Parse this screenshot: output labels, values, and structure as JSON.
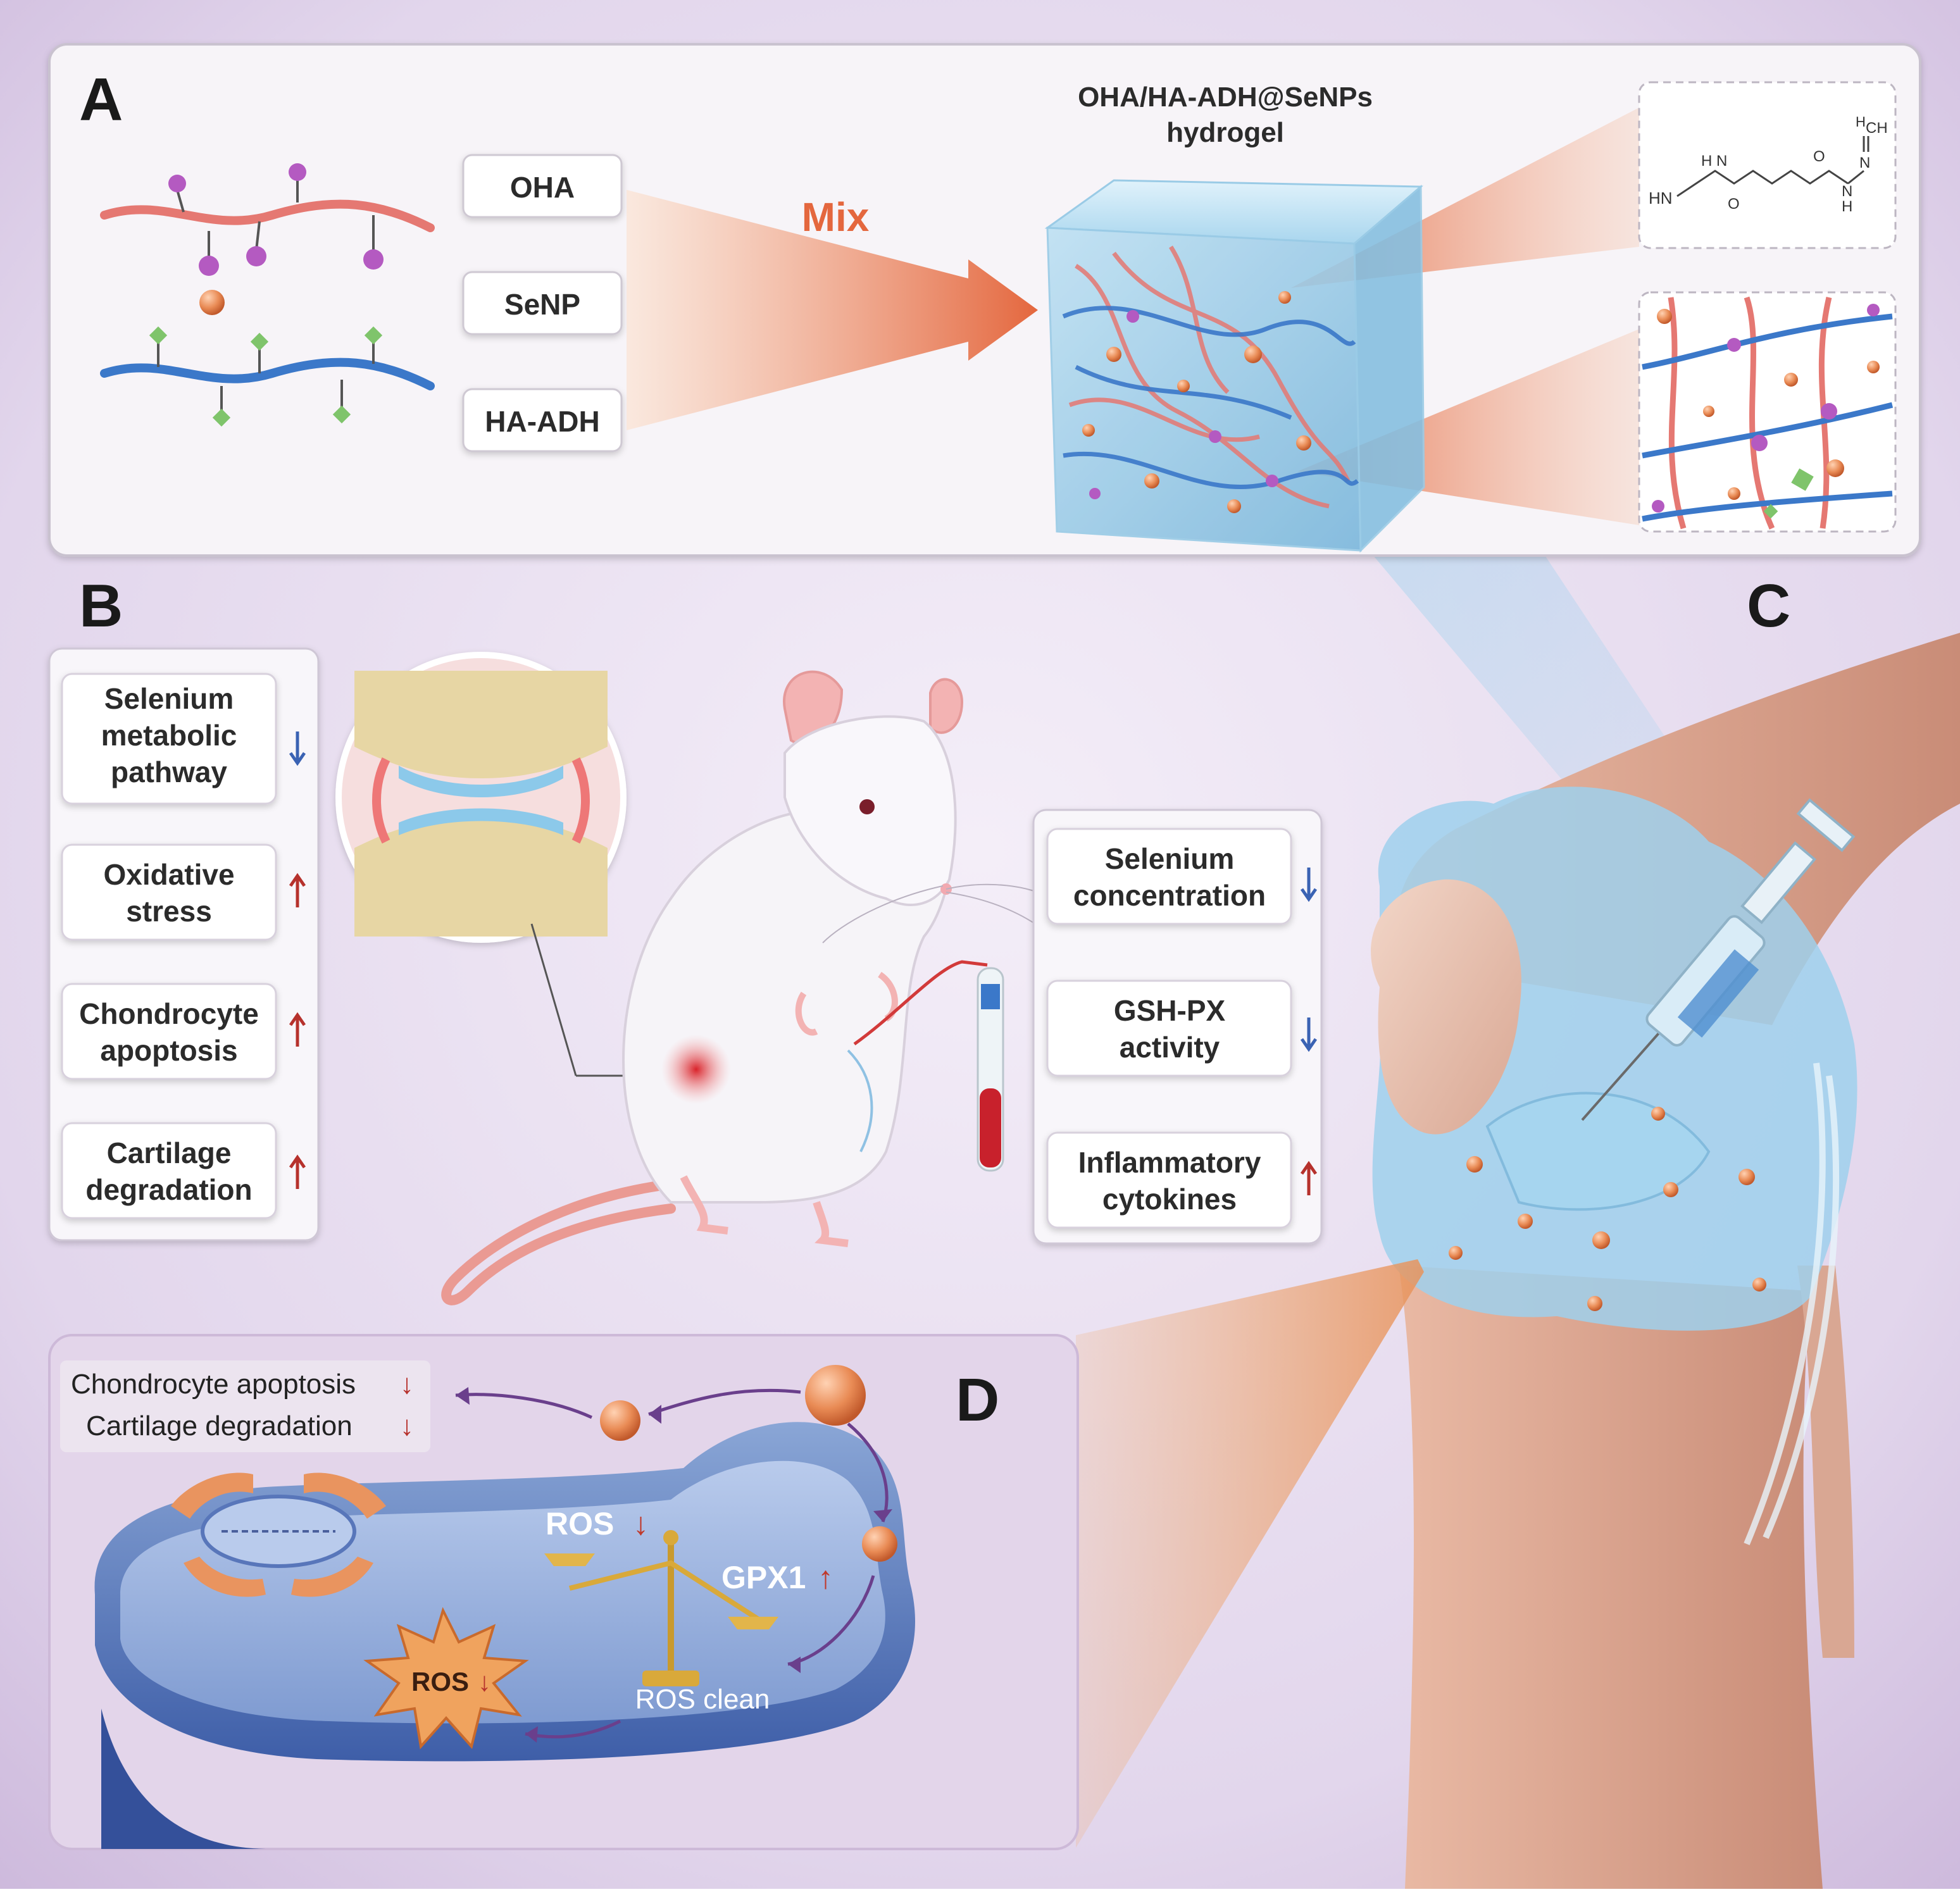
{
  "panels": {
    "a": "A",
    "b": "B",
    "c": "C",
    "d": "D"
  },
  "panel_a": {
    "components": [
      "OHA",
      "SeNP",
      "HA-ADH"
    ],
    "mix": "Mix",
    "hydrogel_title_1": "OHA/HA-ADH@SeNPs",
    "hydrogel_title_2": "hydrogel",
    "chem": {
      "hn": "HN",
      "h1": "H",
      "n1": "N",
      "o1": "O",
      "o2": "O",
      "n2": "N",
      "h2": "H",
      "n3": "N",
      "ch": "CH",
      "h3": "H"
    }
  },
  "panel_b": {
    "items": [
      {
        "lines": [
          "Selenium",
          "metabolic",
          "pathway"
        ],
        "arrow": "↓"
      },
      {
        "lines": [
          "Oxidative",
          "stress"
        ],
        "arrow": "↑"
      },
      {
        "lines": [
          "Chondrocyte",
          "apoptosis"
        ],
        "arrow": "↑"
      },
      {
        "lines": [
          "Cartilage",
          "degradation"
        ],
        "arrow": "↑"
      }
    ]
  },
  "panel_serum": {
    "items": [
      {
        "lines": [
          "Selenium",
          "concentration"
        ],
        "arrow": "↓"
      },
      {
        "lines": [
          "GSH-PX",
          "activity"
        ],
        "arrow": "↓"
      },
      {
        "lines": [
          "Inflammatory",
          "cytokines"
        ],
        "arrow": "↑"
      }
    ]
  },
  "panel_d": {
    "outcome_1": "Chondrocyte apoptosis",
    "outcome_1_arrow": "↓",
    "outcome_2": "Cartilage degradation",
    "outcome_2_arrow": "↓",
    "ros_top": "ROS",
    "ros_top_arrow": "↓",
    "gpx": "GPX1",
    "gpx_arrow": "↑",
    "ros_burst": "ROS",
    "ros_burst_arrow": "↓",
    "ros_clean": "ROS clean"
  },
  "colors": {
    "down_arrow": "#3a62b3",
    "up_arrow": "#b6312c",
    "accent_orange": "#e4673e",
    "hydrogel_blue": "#8fc6e4"
  }
}
